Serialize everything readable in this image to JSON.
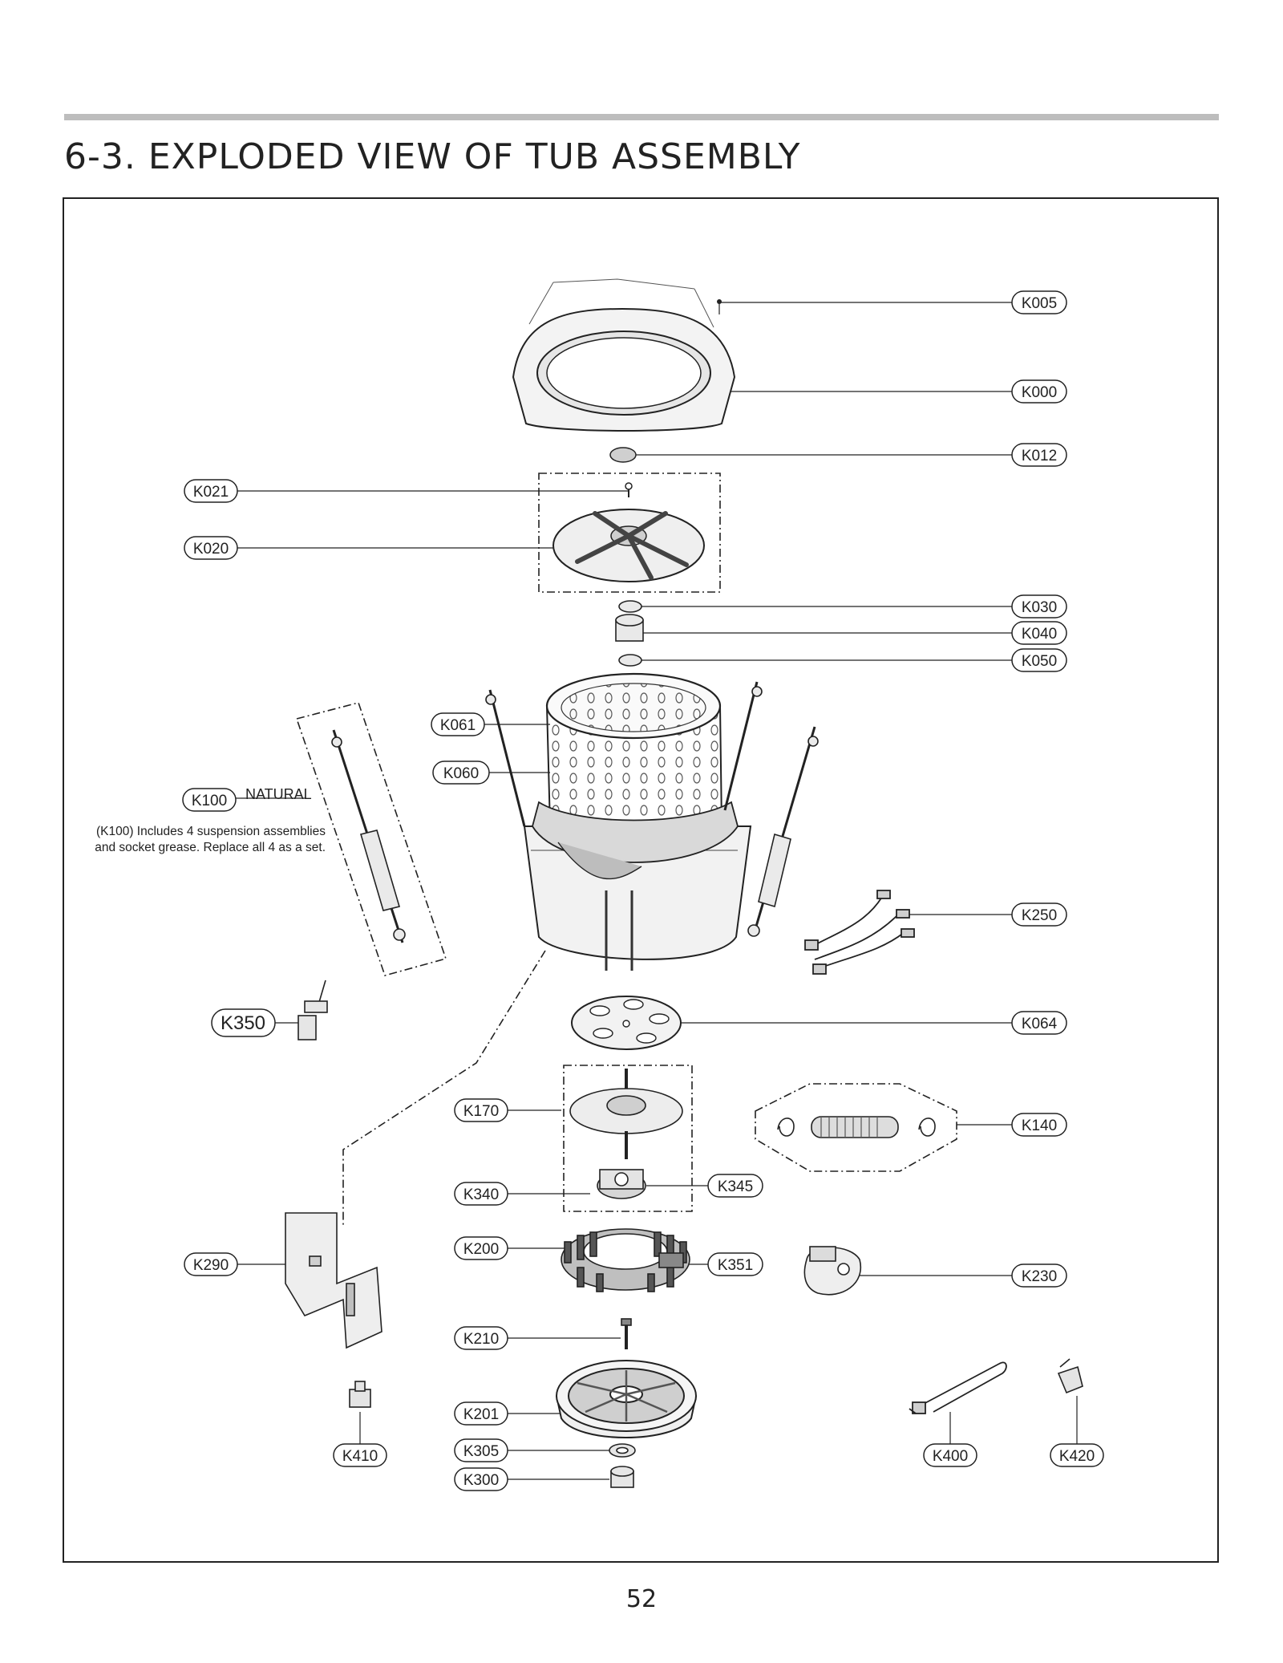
{
  "page": {
    "section_title": "6-3. EXPLODED VIEW OF TUB ASSEMBLY",
    "page_number": "52"
  },
  "notes": {
    "natural_label": "NATURAL",
    "k100_note_line1": "(K100) Includes 4 suspension assemblies",
    "k100_note_line2": "and socket grease. Replace all 4 as a set."
  },
  "callouts": {
    "K005": "K005",
    "K000": "K000",
    "K012": "K012",
    "K021": "K021",
    "K020": "K020",
    "K030": "K030",
    "K040": "K040",
    "K050": "K050",
    "K061": "K061",
    "K060": "K060",
    "K100": "K100",
    "K250": "K250",
    "K350": "K350",
    "K064": "K064",
    "K170": "K170",
    "K140": "K140",
    "K340": "K340",
    "K345": "K345",
    "K200": "K200",
    "K351": "K351",
    "K290": "K290",
    "K230": "K230",
    "K210": "K210",
    "K201": "K201",
    "K410": "K410",
    "K305": "K305",
    "K300": "K300",
    "K400": "K400",
    "K420": "K420"
  },
  "colors": {
    "line": "#222222",
    "part_fill": "#e4e4e4",
    "part_dark": "#8a8a8a",
    "rule": "#bdbdbd"
  }
}
